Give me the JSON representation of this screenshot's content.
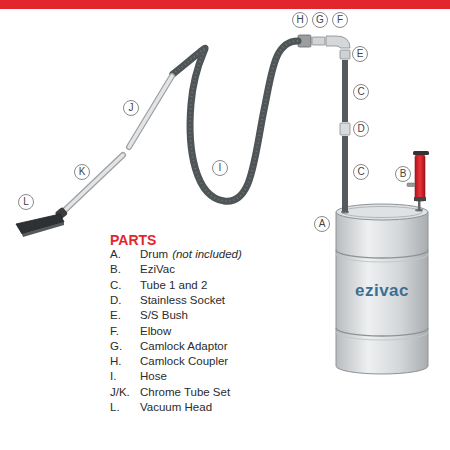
{
  "diagram": {
    "nodes": [
      {
        "text": [
          "H"
        ]
      },
      {
        "text": [
          "G"
        ]
      },
      {
        "text": [
          "F"
        ]
      },
      {
        "text": [
          "E"
        ]
      },
      {
        "text": [
          "C"
        ]
      },
      {
        "text": [
          "D"
        ]
      },
      {
        "text": [
          "C"
        ]
      },
      {
        "text": [
          "B"
        ]
      },
      {
        "text": [
          "A"
        ]
      },
      {
        "text": [
          "J"
        ]
      },
      {
        "text": [
          "K"
        ]
      },
      {
        "text": [
          "I"
        ]
      },
      {
        "text": [
          "L"
        ]
      }
    ],
    "labels": [
      "PARTS",
      "A.",
      "Drum",
      "(not included)",
      "B.",
      "EziVac",
      "C.",
      "Tube 1 and 2",
      "D.",
      "Stainless Socket",
      "E.",
      "S/S Bush",
      "F.",
      "Elbow",
      "G.",
      "Camlock Adaptor",
      "H.",
      "Camlock Coupler",
      "I.",
      "Hose",
      "J/K.",
      "Chrome Tube Set",
      "L.",
      "Vacuum Head",
      "ezivac"
    ]
  }
}
